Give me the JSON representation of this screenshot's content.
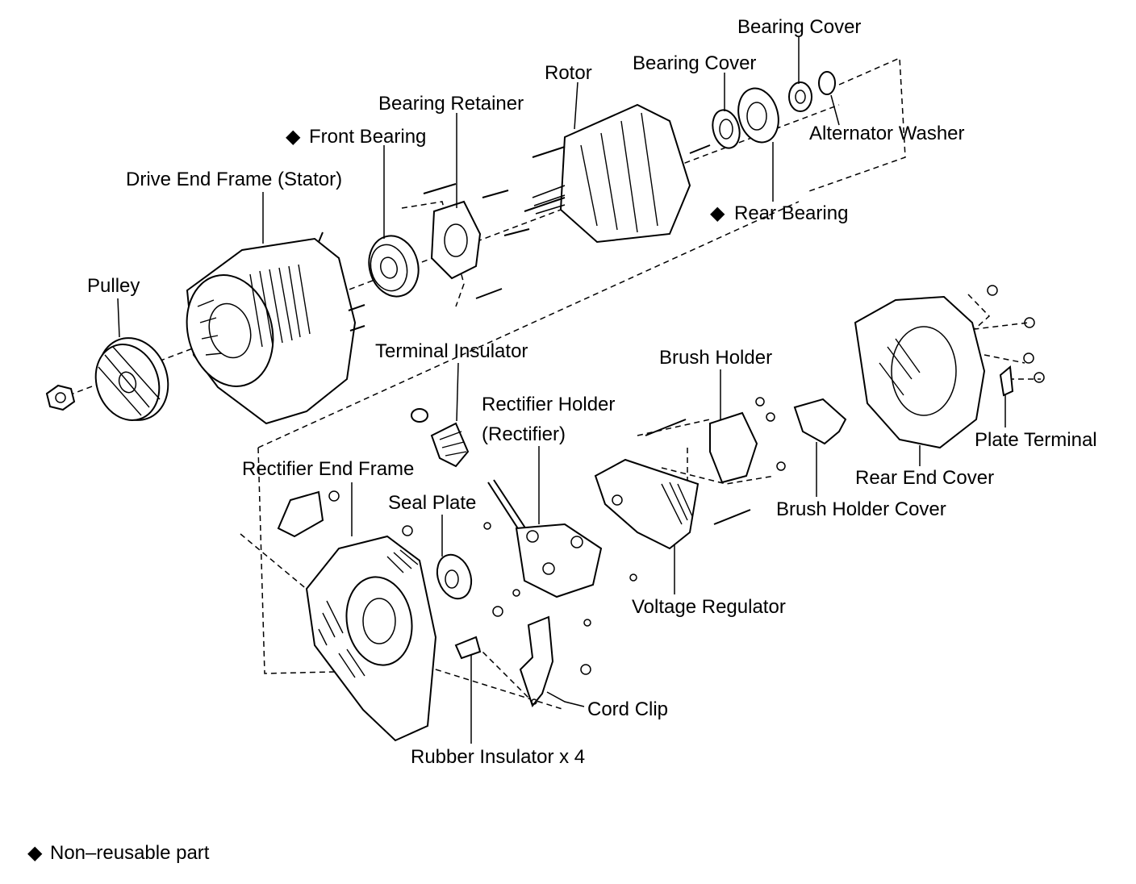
{
  "diagram": {
    "parts": {
      "bearing_cover_top": "Bearing Cover",
      "bearing_cover": "Bearing Cover",
      "rotor": "Rotor",
      "bearing_retainer": "Bearing Retainer",
      "alternator_washer": "Alternator Washer",
      "front_bearing": "Front Bearing",
      "drive_end_frame": "Drive End Frame (Stator)",
      "rear_bearing": "Rear Bearing",
      "pulley": "Pulley",
      "terminal_insulator": "Terminal Insulator",
      "brush_holder": "Brush Holder",
      "rectifier_holder_1": "Rectifier Holder",
      "rectifier_holder_2": "(Rectifier)",
      "plate_terminal": "Plate Terminal",
      "rectifier_end_frame": "Rectifier End Frame",
      "rear_end_cover": "Rear End Cover",
      "seal_plate": "Seal Plate",
      "brush_holder_cover": "Brush Holder Cover",
      "voltage_regulator": "Voltage Regulator",
      "cord_clip": "Cord Clip",
      "rubber_insulator": "Rubber Insulator x 4"
    },
    "non_reusable_marker": "◆",
    "legend": "Non–reusable part"
  }
}
